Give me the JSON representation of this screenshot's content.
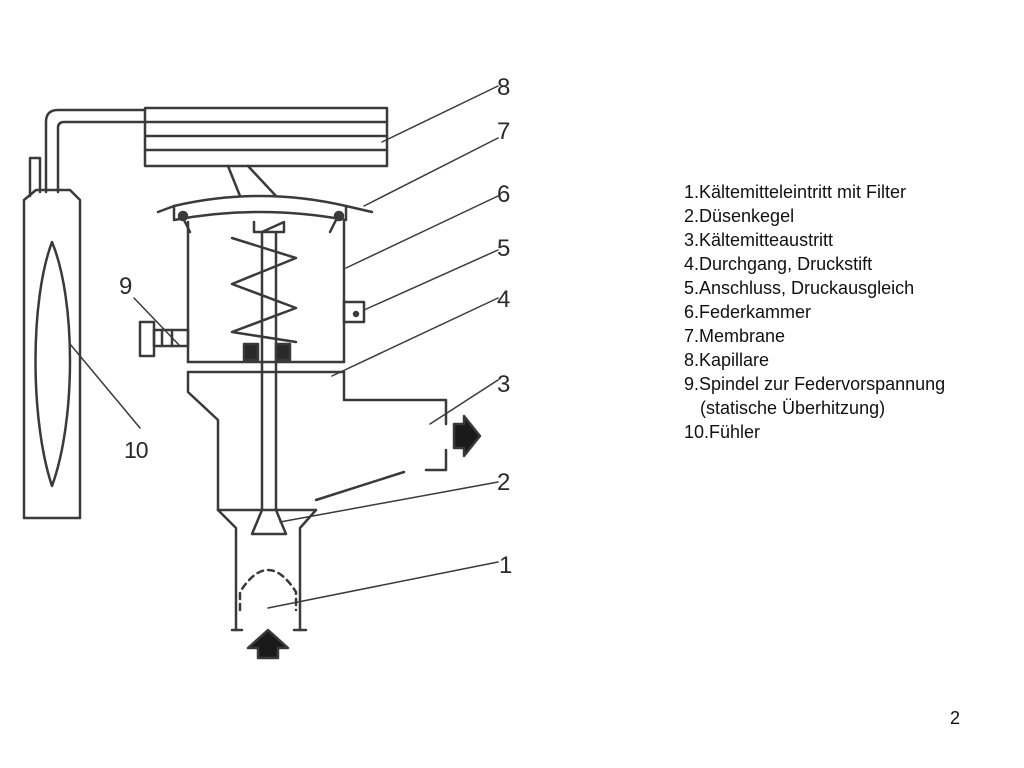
{
  "callouts": {
    "c1": "1",
    "c2": "2",
    "c3": "3",
    "c4": "4",
    "c5": "5",
    "c6": "6",
    "c7": "7",
    "c8": "8",
    "c9": "9",
    "c10": "10"
  },
  "legend": [
    "1.Kältemitteleintritt mit Filter",
    "2.Düsenkegel",
    "3.Kältemitteaustritt",
    "4.Durchgang, Druckstift",
    "5.Anschluss, Druckausgleich",
    "6.Federkammer",
    "7.Membrane",
    "8.Kapillare",
    "9.Spindel zur Federvorspannung",
    "(statische Überhitzung)",
    "10.Fühler"
  ],
  "slide_number": "2"
}
